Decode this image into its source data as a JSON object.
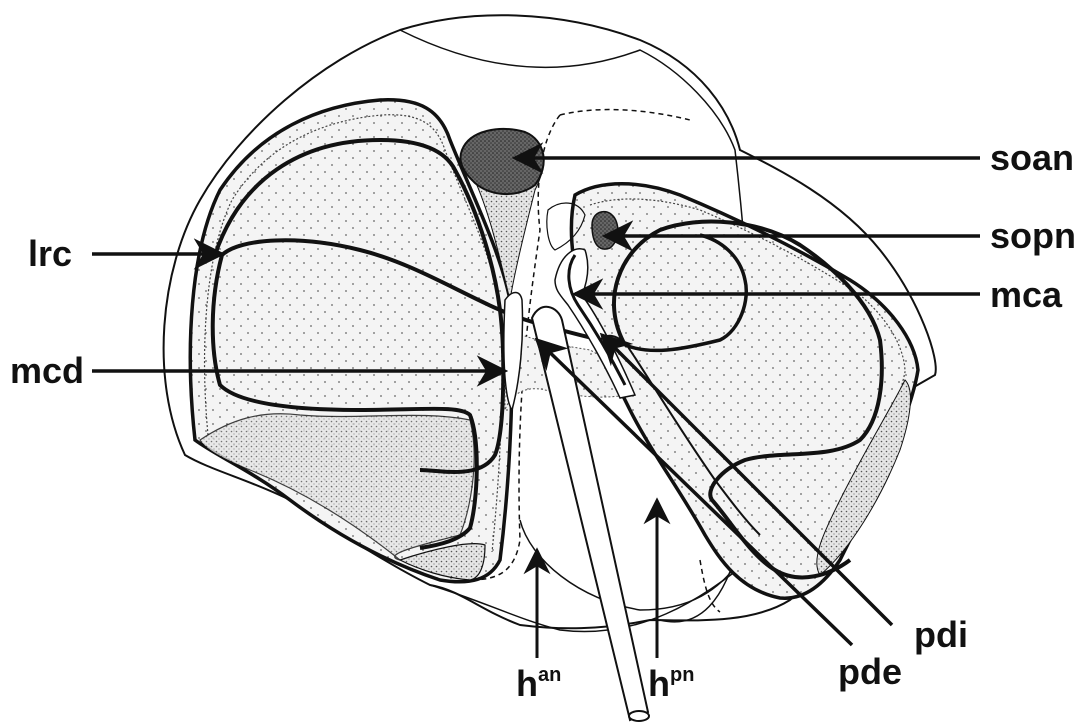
{
  "labels": {
    "soan": "soan",
    "sopn": "sopn",
    "mca": "mca",
    "lrc": "lrc",
    "mcd": "mcd",
    "pdi": "pdi",
    "pde": "pde",
    "han_base": "h",
    "han_sup": "an",
    "hpn_base": "h",
    "hpn_sup": "pn"
  },
  "colors": {
    "line": "#111111",
    "stipple_light": "#ededed",
    "stipple_medium": "#cfcfcf",
    "dark_mass": "#555555"
  }
}
